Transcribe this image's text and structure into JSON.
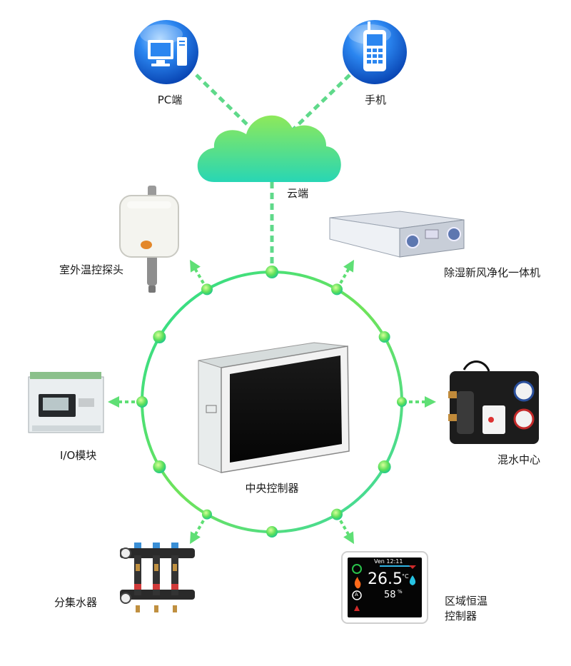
{
  "nodes": {
    "pc": "PC端",
    "phone": "手机",
    "cloud": "云端",
    "outdoor_sensor": "室外温控探头",
    "dehumidifier": "除湿新风净化一体机",
    "io_module": "I/O模块",
    "mixing_center": "混水中心",
    "central_controller": "中央控制器",
    "manifold": "分集水器",
    "zone_controller_line1": "区域恒温",
    "zone_controller_line2": "控制器"
  },
  "thermostat_screen": {
    "header": "Ven 12:11",
    "temperature": "26.5",
    "temp_unit": "°C",
    "humidity": "58",
    "humidity_unit": "%",
    "mode_letter": "A"
  },
  "colors": {
    "link_green": "#5fd98a",
    "ring_start": "#1fdc8a",
    "ring_end": "#7be84e",
    "icon_blue": "#1e6fe0",
    "cloud_top": "#86e85a",
    "cloud_bottom": "#2ad7b0"
  },
  "icons": {
    "pc": "desktop-computer-icon",
    "phone": "mobile-phone-icon",
    "cloud": "cloud-icon"
  }
}
